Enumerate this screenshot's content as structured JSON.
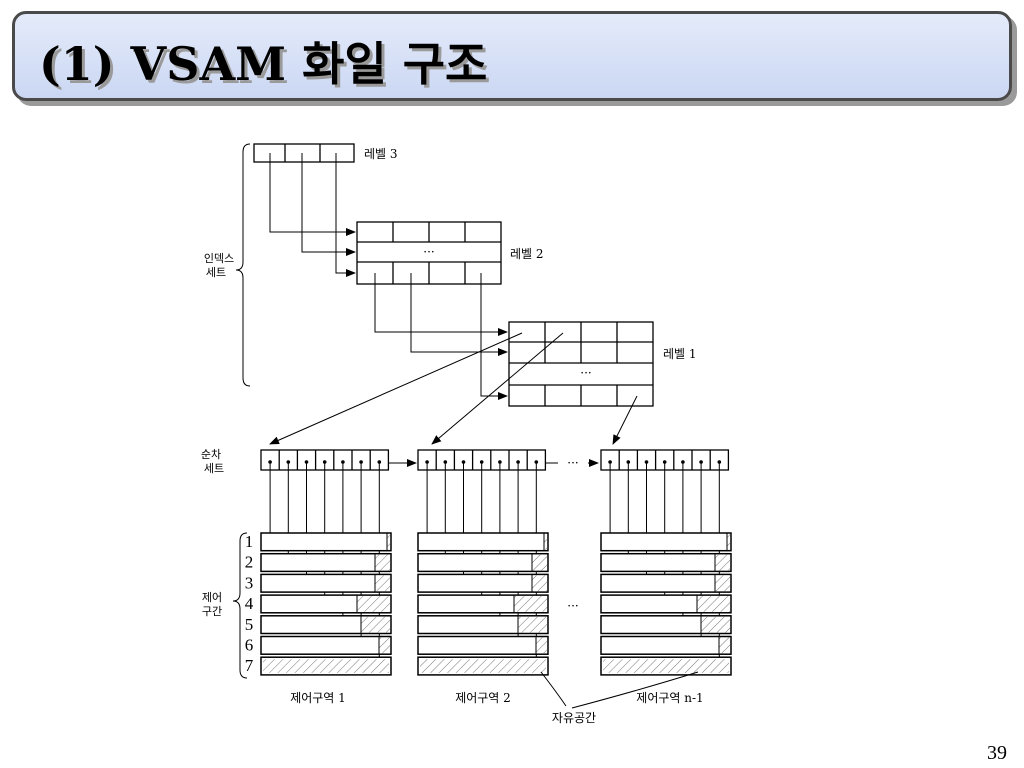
{
  "header": {
    "title": "(1) VSAM 화일 구조"
  },
  "footer": {
    "page_number": "39"
  },
  "diagram": {
    "level3": "레벨 3",
    "level2": "레벨 2",
    "level1": "레벨 1",
    "index_set_line1": "인덱스",
    "index_set_line2": "세트",
    "sequence_set_line1": "순차",
    "sequence_set_line2": "세트",
    "control_interval_line1": "제어",
    "control_interval_line2": "구간",
    "control_area_1": "제어구역 1",
    "control_area_2": "제어구역 2",
    "control_area_n": "제어구역 n-1",
    "free_space": "자유공간",
    "ellipsis": "···",
    "row_numbers": [
      "1",
      "2",
      "3",
      "4",
      "5",
      "6",
      "7"
    ]
  }
}
